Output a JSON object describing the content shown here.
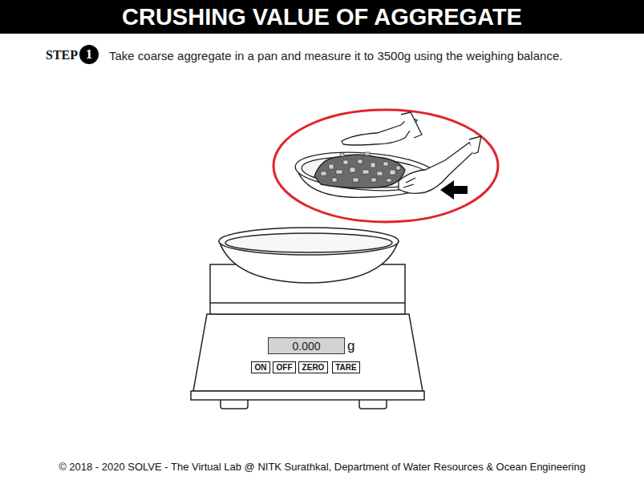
{
  "diagram": {
    "title": "CRUSHING VALUE OF AGGREGATE",
    "nodes": [
      {
        "text": [
          "1"
        ]
      },
      {
        "text": [
          "0.000"
        ]
      },
      {
        "text": [
          "ON"
        ]
      },
      {
        "text": [
          "OFF"
        ]
      },
      {
        "text": [
          "ZERO"
        ]
      },
      {
        "text": [
          "TARE"
        ]
      }
    ],
    "labels": [
      "STEP",
      "Take coarse aggregate in a pan and measure it to 3500g using the weighing balance.",
      "g",
      "© 2018 - 2020 SOLVE - The Virtual Lab @ NITK Surathkal, Department of Water Resources & Ocean Engineering"
    ]
  }
}
